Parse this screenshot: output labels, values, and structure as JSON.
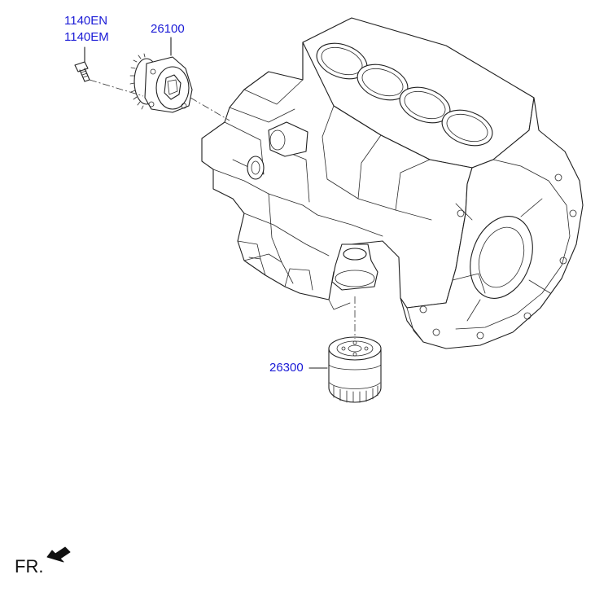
{
  "parts": {
    "bolt_code_1": "1140EN",
    "bolt_code_2": "1140EM",
    "oil_pump": "26100",
    "oil_filter": "26300"
  },
  "orientation": {
    "label": "FR."
  },
  "colors": {
    "label_text": "#1a1ad6",
    "line_art": "#1f1f1f",
    "background": "#ffffff"
  },
  "icons": {
    "front_direction": "front-direction-arrow-icon"
  }
}
